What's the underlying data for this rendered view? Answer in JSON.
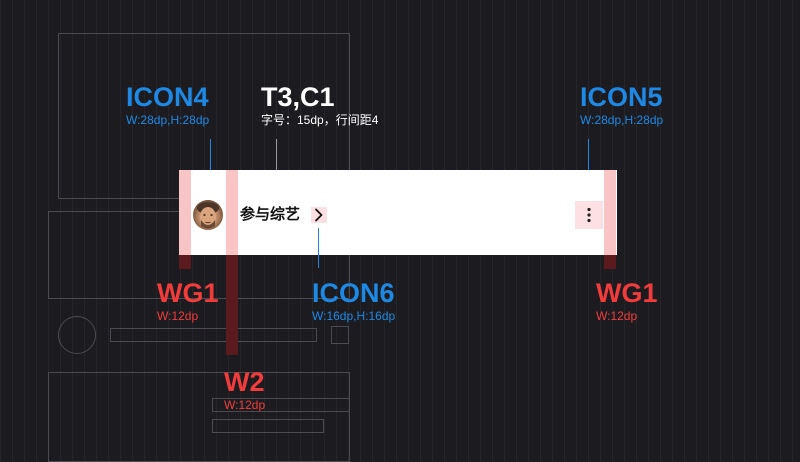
{
  "annotations": {
    "icon4": {
      "title": "ICON4",
      "size": "W:28dp,H:28dp"
    },
    "t3c1": {
      "title": "T3,C1",
      "spec": "字号：15dp，行间距4"
    },
    "icon5": {
      "title": "ICON5",
      "size": "W:28dp,H:28dp"
    },
    "wg1_left": {
      "title": "WG1",
      "size": "W:12dp"
    },
    "icon6": {
      "title": "ICON6",
      "size": "W:16dp,H:16dp"
    },
    "wg1_right": {
      "title": "WG1",
      "size": "W:12dp"
    },
    "w2": {
      "title": "W2",
      "size": "W:12dp"
    }
  },
  "card": {
    "title": "参与综艺",
    "avatar_icon": "avatar-portrait",
    "chevron_icon": "chevron-right-icon",
    "more_icon": "more-vertical-icon"
  },
  "colors": {
    "background": "#1c1c20",
    "blue_annotation": "#1e88e5",
    "red_annotation": "#f23c3c",
    "padding_highlight": "#f8c4c6",
    "padding_extension": "#5a1a1e",
    "icon_highlight": "#fde0e3"
  }
}
